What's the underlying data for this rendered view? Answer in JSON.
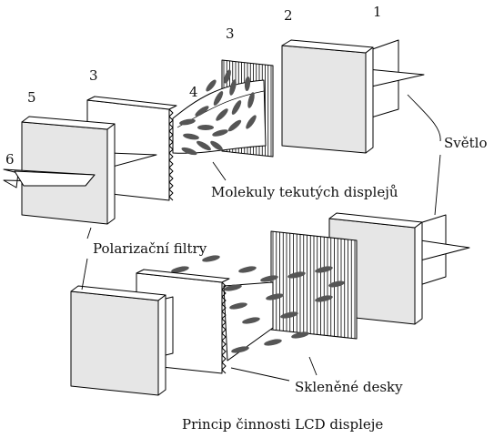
{
  "caption": "Princip činnosti LCD displeje",
  "labels": {
    "light": "Světlo",
    "molecules": "Molekuly tekutých displejů",
    "polarizers": "Polarizační filtry",
    "glass_plates": "Skleněné desky"
  },
  "numbers": {
    "n1": "1",
    "n2": "2",
    "n3_right": "3",
    "n3_left": "3",
    "n4": "4",
    "n5": "5",
    "n6": "6"
  },
  "colors": {
    "plate_face": "#e6e6e6",
    "plate_side": "#ffffff",
    "stroke": "#000000",
    "molecule": "#555555"
  }
}
